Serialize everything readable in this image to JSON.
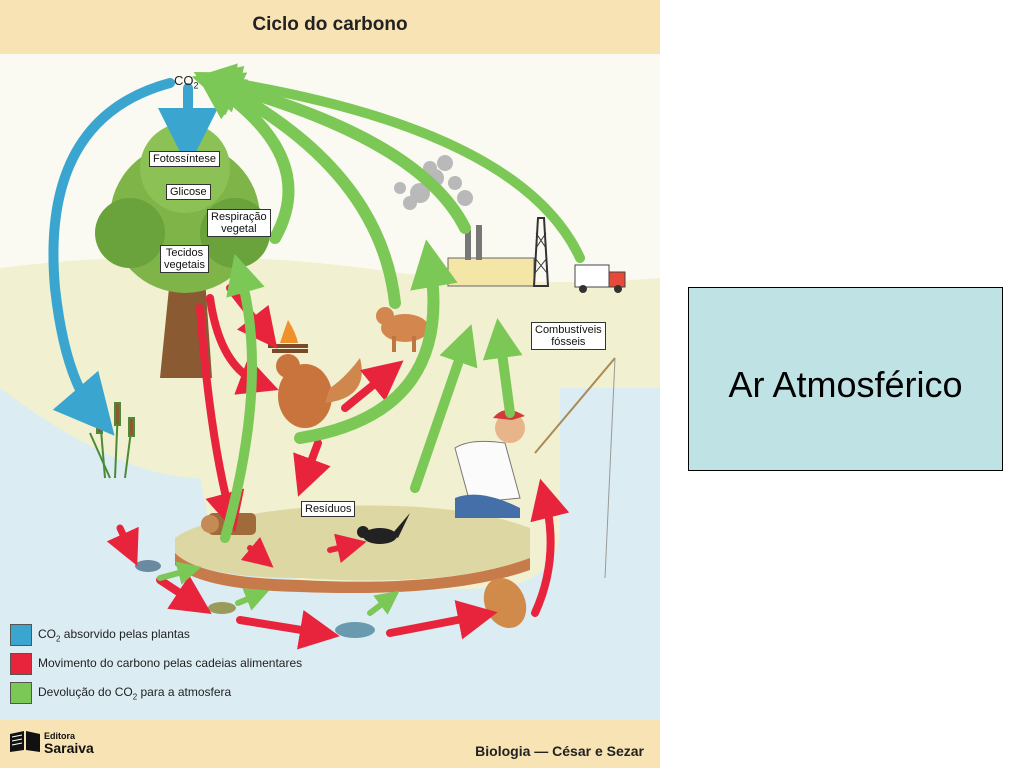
{
  "figure": {
    "title": "Ciclo do carbono",
    "co2_top": {
      "base": "CO",
      "sub": "2"
    },
    "labels": {
      "photosynthesis": "Fotossíntese",
      "glucose": "Glicose",
      "respiration_1": "Respiração",
      "respiration_2": "vegetal",
      "tissues_1": "Tecidos",
      "tissues_2": "vegetais",
      "fuels_1": "Combustíveis",
      "fuels_2": "fósseis",
      "residues": "Resíduos"
    },
    "legend": [
      {
        "pre": "CO",
        "sub": "2",
        "post": " absorvido pelas plantas",
        "color": "#3aa6d0"
      },
      {
        "pre": "Movimento do carbono pelas cadeias alimentares",
        "sub": "",
        "post": "",
        "color": "#e8243c"
      },
      {
        "pre": "Devolução do CO",
        "sub": "2",
        "post": " para a atmosfera",
        "color": "#7cc857"
      }
    ],
    "publisher_top": "Editora",
    "publisher_name": "Saraiva",
    "credit": "Biologia — César e Sezar"
  },
  "side_box": {
    "text": "Ar Atmosférico",
    "background": "#bfe2e4"
  }
}
